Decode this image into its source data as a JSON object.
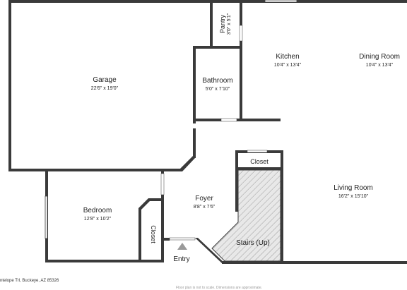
{
  "rooms": {
    "pantry": {
      "name": "Pantry",
      "dims": "3'0\" x 5'1\""
    },
    "kitchen": {
      "name": "Kitchen",
      "dims": "10'4\" x 13'4\""
    },
    "dining": {
      "name": "Dining Room",
      "dims": "10'4\" x 13'4\""
    },
    "garage": {
      "name": "Garage",
      "dims": "22'6\" x 19'0\""
    },
    "bathroom": {
      "name": "Bathroom",
      "dims": "5'0\" x 7'10\""
    },
    "closet_top": {
      "name": "Closet"
    },
    "living": {
      "name": "Living Room",
      "dims": "16'2\" x 15'10\""
    },
    "foyer": {
      "name": "Foyer",
      "dims": "8'8\" x 7'6\""
    },
    "bedroom": {
      "name": "Bedroom",
      "dims": "12'8\" x 10'2\""
    },
    "closet_side": {
      "name": "Closet"
    },
    "stairs": {
      "name": "Stairs (Up)"
    },
    "entry": {
      "name": "Entry"
    }
  },
  "footer": {
    "address": "ntelope Trl, Buckeye, AZ 85326",
    "disclaimer": "Floor plan is not to scale. Dimensions are approximate."
  },
  "colors": {
    "wall": "#3a3a3a",
    "stairs_fill": "#d6d6d6",
    "background": "#ffffff"
  }
}
